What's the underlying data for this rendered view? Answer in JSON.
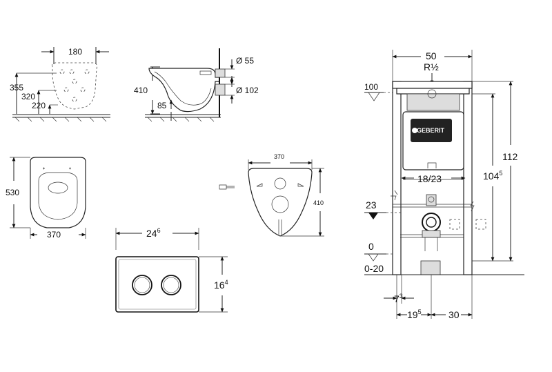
{
  "top_view": {
    "dim_width": "180",
    "dim_355": "355",
    "dim_320": "320",
    "dim_220": "220"
  },
  "side_view": {
    "dim_410": "410",
    "dim_85": "85",
    "dim_d55": "Ø 55",
    "dim_d102": "Ø 102"
  },
  "front_view": {
    "dim_530": "530",
    "dim_370": "370"
  },
  "mount_plate": {
    "dim_370": "370",
    "dim_410": "410"
  },
  "flush_plate": {
    "dim_width": "24",
    "dim_width_sup": "6",
    "dim_height": "16",
    "dim_height_sup": "4"
  },
  "frame": {
    "dim_50": "50",
    "dim_r": "R½",
    "dim_100": "100",
    "dim_112": "112",
    "dim_104": "104",
    "dim_104_sup": "5",
    "dim_18_23": "18/23",
    "dim_23": "23",
    "dim_0": "0",
    "dim_0_20": "0-20",
    "dim_7": "7",
    "dim_7_sup": "3",
    "dim_19": "19",
    "dim_19_sup": "5",
    "dim_30": "30",
    "brand": "GEBERIT"
  }
}
